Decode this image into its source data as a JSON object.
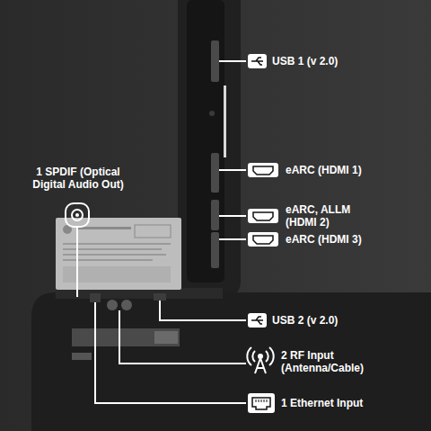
{
  "diagram": {
    "labels": [
      "USB 1 (v 2.0)",
      "eARC (HDMI 1)",
      "eARC, ALLM (HDMI 2)",
      "eARC (HDMI 3)",
      "USB 2 (v 2.0)",
      "2 RF Input (Antenna/Cable)",
      "1 Ethernet Input",
      "1 SPDIF (Optical Digital Audio Out)"
    ]
  }
}
